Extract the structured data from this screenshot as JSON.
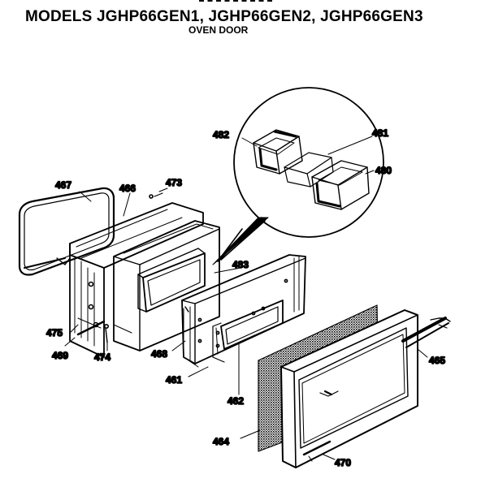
{
  "header": {
    "title": "MODELS JGHP66GEN1, JGHP66GEN2, JGHP66GEN3",
    "subtitle": "OVEN DOOR"
  },
  "parts": {
    "p467": "467",
    "p466": "466",
    "p473": "473",
    "p482": "482",
    "p481": "481",
    "p480": "480",
    "p483": "483",
    "p465": "465",
    "p475": "475",
    "p469": "469",
    "p474": "474",
    "p468": "468",
    "p461": "461",
    "p462": "462",
    "p464": "464",
    "p470": "470"
  }
}
